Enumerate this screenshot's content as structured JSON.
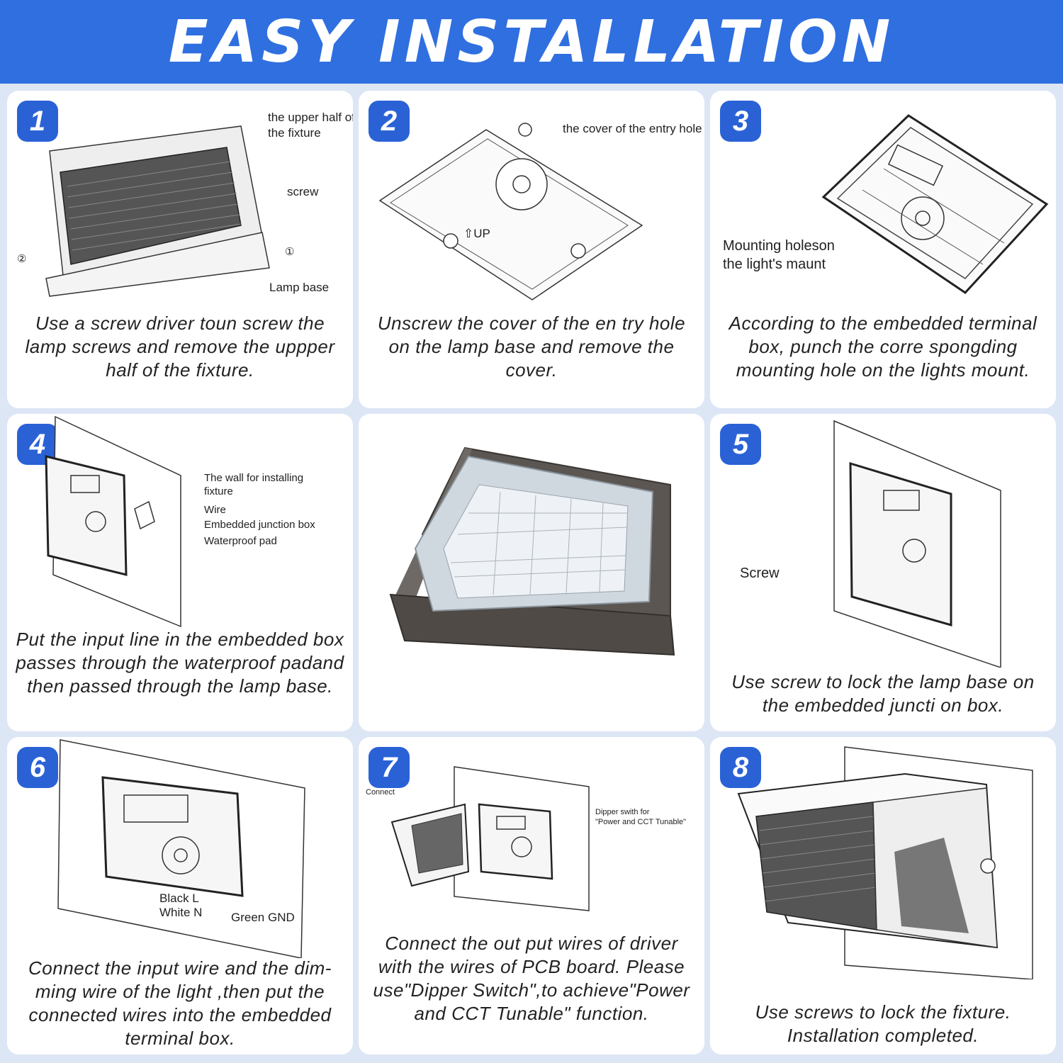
{
  "title": "EASY INSTALLATION",
  "steps": [
    {
      "number": "1",
      "labels": [
        "the upper half of",
        "the fixture",
        "screw",
        "Lamp base",
        "②",
        "①"
      ],
      "text": "Use a screw driver toun screw the lamp screws and remove the uppper half of the fixture."
    },
    {
      "number": "2",
      "labels": [
        "the cover of the entry hole",
        "⇧UP"
      ],
      "text": "Unscrew the cover of the en try hole on the lamp base and remove the cover."
    },
    {
      "number": "3",
      "labels": [
        "Mounting holeson",
        "the light's maunt"
      ],
      "text": "According to the embedded terminal box, punch the corre spongding mounting hole on the lights mount."
    },
    {
      "number": "4",
      "labels": [
        "The wall for installing",
        "fixture",
        "Wire",
        "Embedded junction box",
        "Waterproof pad"
      ],
      "text": "Put the input line in the embedded box passes through the waterproof padand then passed through the lamp base."
    },
    {
      "number": "5",
      "labels": [
        "Screw"
      ],
      "text": "Use screw to lock the lamp base on the embedded juncti on box."
    },
    {
      "number": "6",
      "labels": [
        "Black L",
        "White N",
        "Green GND"
      ],
      "text": "Connect the input wire and the dim- ming wire of the light ,then put the connected wires into the embedded terminal box."
    },
    {
      "number": "7",
      "labels": [
        "Connect",
        "Dipper swith for",
        "\"Power and CCT Tunable\""
      ],
      "text": "Connect the out put wires of driver with the wires of PCB board. Please use\"Dipper Switch\",to achieve\"Power and CCT Tunable\" function."
    },
    {
      "number": "8",
      "labels": [],
      "text": "Use screws to lock the fixture. Installation completed."
    }
  ],
  "colors": {
    "banner": "#2f6fe0",
    "badge": "#2a62d6",
    "background": "#dde6f5",
    "card": "#ffffff"
  }
}
